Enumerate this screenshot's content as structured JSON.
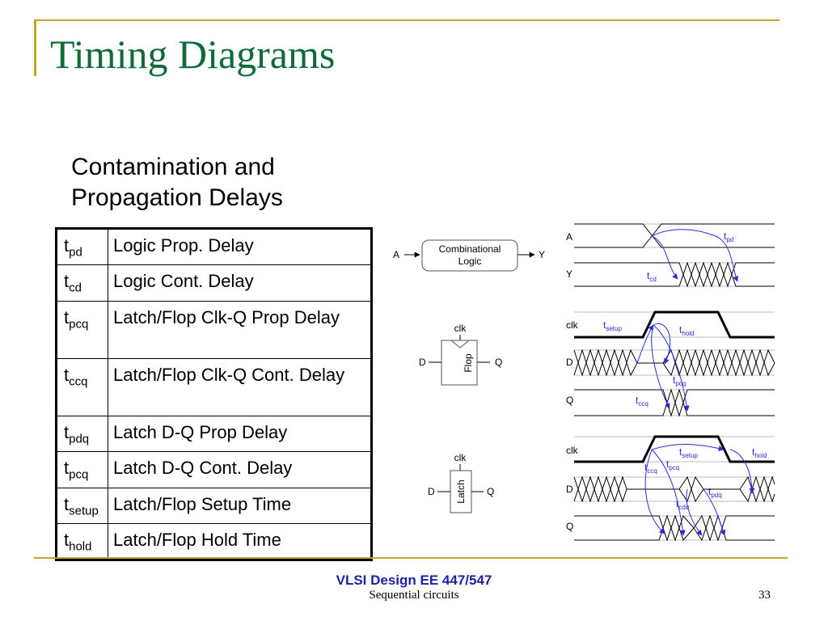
{
  "slide": {
    "title": "Timing Diagrams",
    "subtitle_lines": [
      "Contamination and",
      "Propagation Delays"
    ]
  },
  "delay_table": [
    {
      "symbol": "t",
      "sub": "pd",
      "description": "Logic Prop. Delay"
    },
    {
      "symbol": "t",
      "sub": "cd",
      "description": "Logic Cont. Delay"
    },
    {
      "symbol": "t",
      "sub": "pcq",
      "description": "Latch/Flop Clk-Q Prop Delay"
    },
    {
      "symbol": "t",
      "sub": "ccq",
      "description": "Latch/Flop Clk-Q Cont. Delay"
    },
    {
      "symbol": "t",
      "sub": "pdq",
      "description": "Latch D-Q Prop Delay"
    },
    {
      "symbol": "t",
      "sub": "pcq",
      "description": "Latch D-Q Cont. Delay"
    },
    {
      "symbol": "t",
      "sub": "setup",
      "description": "Latch/Flop Setup Time"
    },
    {
      "symbol": "t",
      "sub": "hold",
      "description": "Latch/Flop Hold Time"
    }
  ],
  "combinational": {
    "block_lines": [
      "Combinational",
      "Logic"
    ],
    "input": "A",
    "output": "Y",
    "signals": [
      "A",
      "Y"
    ],
    "annotations": [
      {
        "t": "t",
        "sub": "pd"
      },
      {
        "t": "t",
        "sub": "cd"
      }
    ]
  },
  "flop": {
    "block": "Flop",
    "clk": "clk",
    "d": "D",
    "q": "Q",
    "signals": [
      "clk",
      "D",
      "Q"
    ],
    "annotations": [
      {
        "t": "t",
        "sub": "setup"
      },
      {
        "t": "t",
        "sub": "hold"
      },
      {
        "t": "t",
        "sub": "pcq"
      },
      {
        "t": "t",
        "sub": "ccq"
      }
    ]
  },
  "latch": {
    "block": "Latch",
    "clk": "clk",
    "d": "D",
    "q": "Q",
    "signals": [
      "clk",
      "D",
      "Q"
    ],
    "annotations": [
      {
        "t": "t",
        "sub": "setup"
      },
      {
        "t": "t",
        "sub": "hold"
      },
      {
        "t": "t",
        "sub": "ccq"
      },
      {
        "t": "t",
        "sub": "pcq"
      },
      {
        "t": "t",
        "sub": "pdq"
      },
      {
        "t": "t",
        "sub": "cdq"
      }
    ]
  },
  "footer": {
    "course": "VLSI Design EE 447/547",
    "chapter": "Sequential circuits",
    "page": "33"
  },
  "colors": {
    "title": "#0f6b3a",
    "frame": "#c9a227",
    "annotation": "#2a2ae0",
    "course": "#1f1fa8"
  }
}
